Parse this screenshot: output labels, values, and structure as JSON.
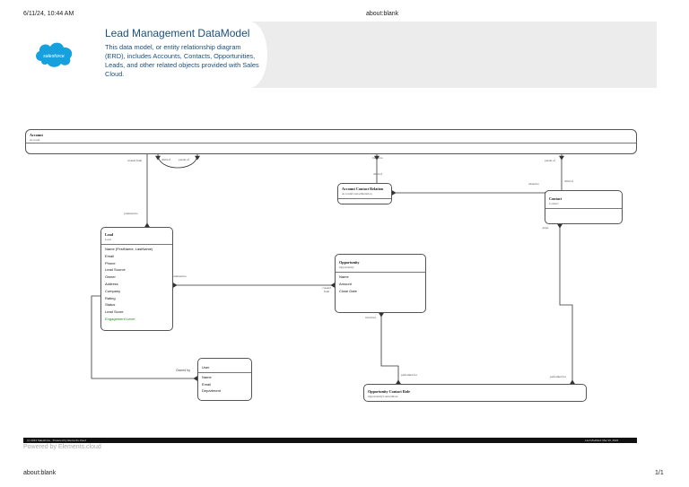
{
  "print_header": {
    "datetime": "6/11/24, 10:44 AM",
    "url": "about:blank"
  },
  "banner": {
    "logo_text": "salesforce",
    "title": "Lead Management DataModel",
    "description": "This data model, or entity relationship diagram (ERD), includes Accounts, Contacts, Opportunities, Leads, and other related objects provided with Sales Cloud."
  },
  "entities": {
    "account": {
      "name": "Account",
      "api": "Account"
    },
    "acr": {
      "name": "Account Contact Relation",
      "api": "AccountContactRelation"
    },
    "contact": {
      "name": "Contact",
      "api": "Contact"
    },
    "lead": {
      "name": "Lead",
      "api": "Lead",
      "fields": [
        "Name (FirstName, LastName)",
        "Email",
        "Phone",
        "Lead Source",
        "Owner",
        "Address",
        "Company",
        "Rating",
        "Status",
        "Lead Score"
      ],
      "highlight_field": "Engagement Level"
    },
    "opportunity": {
      "name": "Opportunity",
      "api": "Opportunity",
      "fields": [
        "Name",
        "Amount",
        "Close Date"
      ]
    },
    "user": {
      "name": "User",
      "fields": [
        "Name",
        "Email",
        "Department"
      ]
    },
    "ocr": {
      "name": "Opportunity Contact Role",
      "api": "OpportunityContactRole"
    }
  },
  "labels": {
    "created_from": "created from",
    "child_of": "child of",
    "parent_of": "parent of",
    "linked_to": "linked to",
    "child_of_2": "child of",
    "related_to": "related to",
    "related_to_2": "related to",
    "parent_of_2": "parent of",
    "child_of_3": "child of",
    "promoted_to": "promoted to",
    "promoted_to_2": "promoted to",
    "created_from_2": "created from",
    "owned_by": "Owned by",
    "involved": "involved",
    "performed_for": "performed for",
    "performed_for_2": "performed for",
    "plays": "plays"
  },
  "footer": {
    "left_text": "(c) 2024 Salesforce · Powered by Elements.cloud",
    "right_text": "Last Modified: Mar 20, 2024",
    "powered_by": "Powered by Elements.cloud"
  },
  "print_footer": {
    "url": "about:blank",
    "page": "1/1"
  }
}
